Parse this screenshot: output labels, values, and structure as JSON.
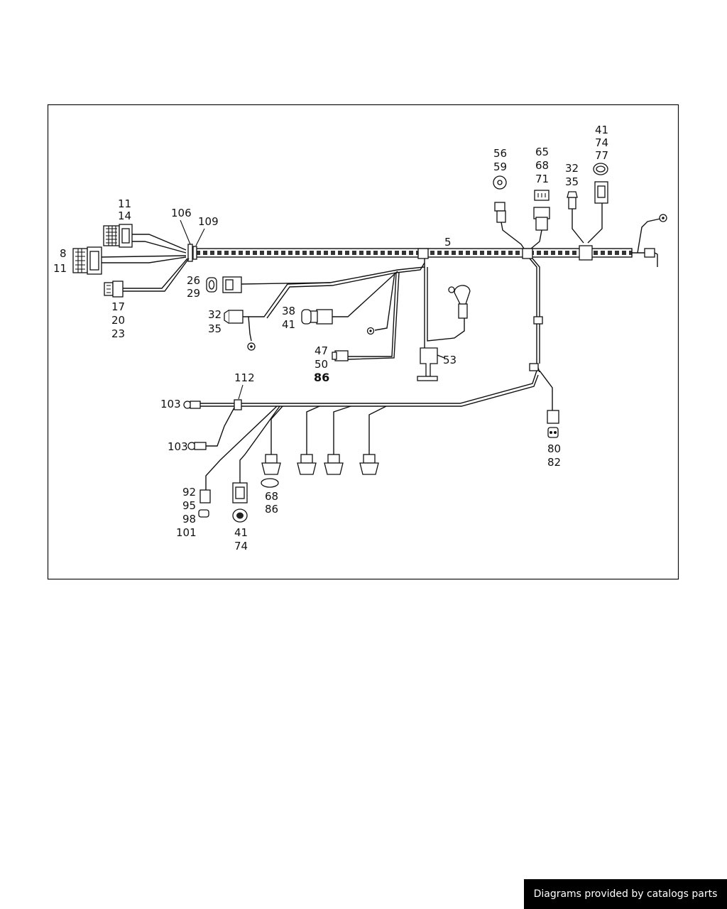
{
  "callouts": {
    "c5": "5",
    "c11_14": [
      "11",
      "14"
    ],
    "c8_11": [
      "8",
      "11"
    ],
    "c17_20_23": [
      "17",
      "20",
      "23"
    ],
    "c106": "106",
    "c109": "109",
    "c26_29": [
      "26",
      "29"
    ],
    "c32_35_left": [
      "32",
      "35"
    ],
    "c38_41": [
      "38",
      "41"
    ],
    "c47_50_86": [
      "47",
      "50",
      "86"
    ],
    "c53": "53",
    "c56_59": [
      "56",
      "59"
    ],
    "c65_68_71": [
      "65",
      "68",
      "71"
    ],
    "c32_35_right": [
      "32",
      "35"
    ],
    "c41_74_77": [
      "41",
      "74",
      "77"
    ],
    "c112": "112",
    "c103_top": "103",
    "c103_bottom": "103",
    "c92_95_98_101": [
      "92",
      "95",
      "98",
      "101"
    ],
    "c41_74": [
      "41",
      "74"
    ],
    "c68_86": [
      "68",
      "86"
    ],
    "c80_82": [
      "80",
      "82"
    ]
  },
  "footer": {
    "text": "Diagrams provided by catalogs parts"
  }
}
